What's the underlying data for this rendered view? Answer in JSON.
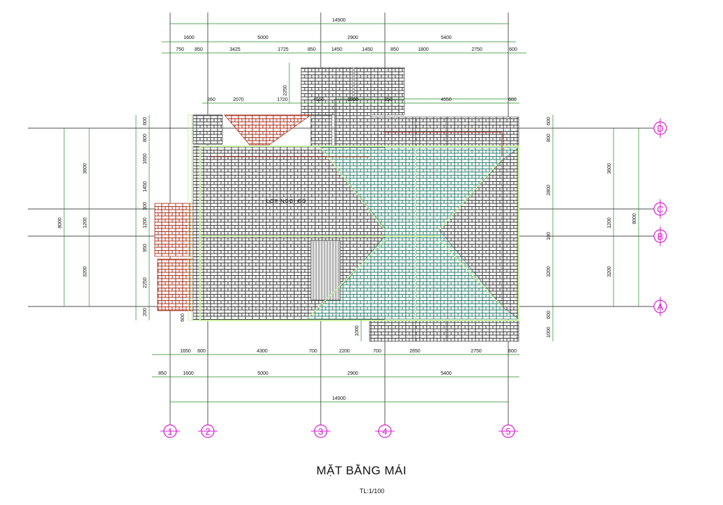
{
  "drawing": {
    "title": "MẶT BẰNG MÁI",
    "scale": "TL:1/100",
    "roof_note": "LỢP NGÓI ĐỎ"
  },
  "grid_axes": {
    "columns": [
      "1",
      "2",
      "3",
      "4",
      "5"
    ],
    "rows": [
      "D",
      "C",
      "B",
      "A"
    ]
  },
  "colors": {
    "axis_bubble": "#d61ccf",
    "dimension_line": "#1f8a1f",
    "tile_dark": "#3a3a3a",
    "tile_teal": "#2e7d6e",
    "tile_red": "#a8321e",
    "ridge_line": "#c8f0a0"
  },
  "dimensions": {
    "top_total": "14900",
    "top_row1": [
      "1600",
      "5000",
      "2900",
      "5400"
    ],
    "top_row2": [
      "750",
      "850",
      "3425",
      "1725",
      "850",
      "1450",
      "1450",
      "850",
      "1800",
      "2750",
      "600"
    ],
    "top_row3": [
      "260",
      "2070",
      "1720",
      "4550",
      "1500",
      "250",
      "4550",
      "600"
    ],
    "top_vertical": "2250",
    "bottom_row1": [
      "1650",
      "600",
      "4300",
      "700",
      "2200",
      "700",
      "2650",
      "2750",
      "600"
    ],
    "bottom_row2": [
      "850",
      "1600",
      "5000",
      "2900",
      "5400"
    ],
    "bottom_total": "14900",
    "bottom_vertical": "1000",
    "note_small": "600",
    "left_inner": [
      "600",
      "800",
      "1650",
      "1450",
      "300",
      "1200",
      "950",
      "2250",
      "200"
    ],
    "left_mid": [
      "3600",
      "1200",
      "3200"
    ],
    "left_outer": "8000",
    "right_inner": [
      "600",
      "800",
      "2800",
      "100",
      "3200",
      "600",
      "1000"
    ],
    "right_mid": [
      "3600",
      "1200",
      "3200"
    ],
    "right_outer": "8000"
  }
}
